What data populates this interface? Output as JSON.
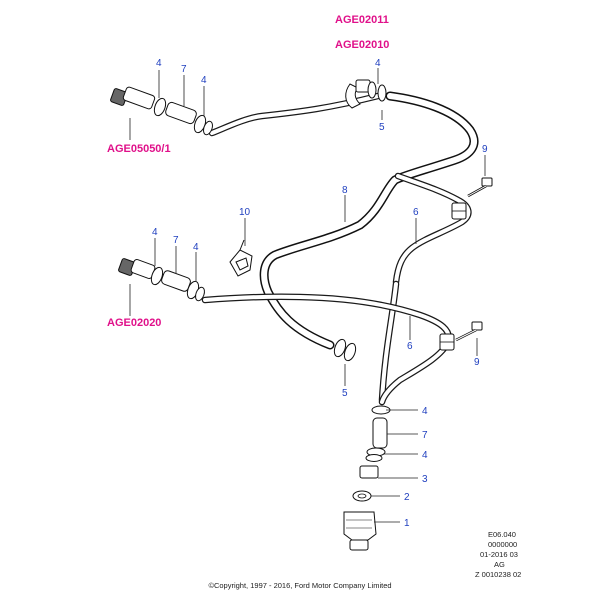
{
  "references": {
    "age02011": "AGE02011",
    "age02010": "AGE02010",
    "age05050": "AGE05050/1",
    "age02020": "AGE02020"
  },
  "callouts": {
    "c4_top_left": "4",
    "c7_top": "7",
    "c4_top_right": "4",
    "c4_top_ref": "4",
    "c5_top": "5",
    "c9_top": "9",
    "c8": "8",
    "c10": "10",
    "c6_upper": "6",
    "c4_mid_left": "4",
    "c7_mid": "7",
    "c4_mid_right": "4",
    "c6_lower": "6",
    "c9_lower": "9",
    "c5_lower": "5",
    "c4_bottom_a": "4",
    "c7_bottom": "7",
    "c4_bottom_b": "4",
    "c3": "3",
    "c2": "2",
    "c1": "1"
  },
  "metadata": {
    "line1": "E06.040",
    "line2": "0000000",
    "line3": "01-2016 03",
    "line4": "AG",
    "line5": "Z 0010238 02"
  },
  "copyright": "©Copyright, 1997 - 2016, Ford Motor Company Limited"
}
